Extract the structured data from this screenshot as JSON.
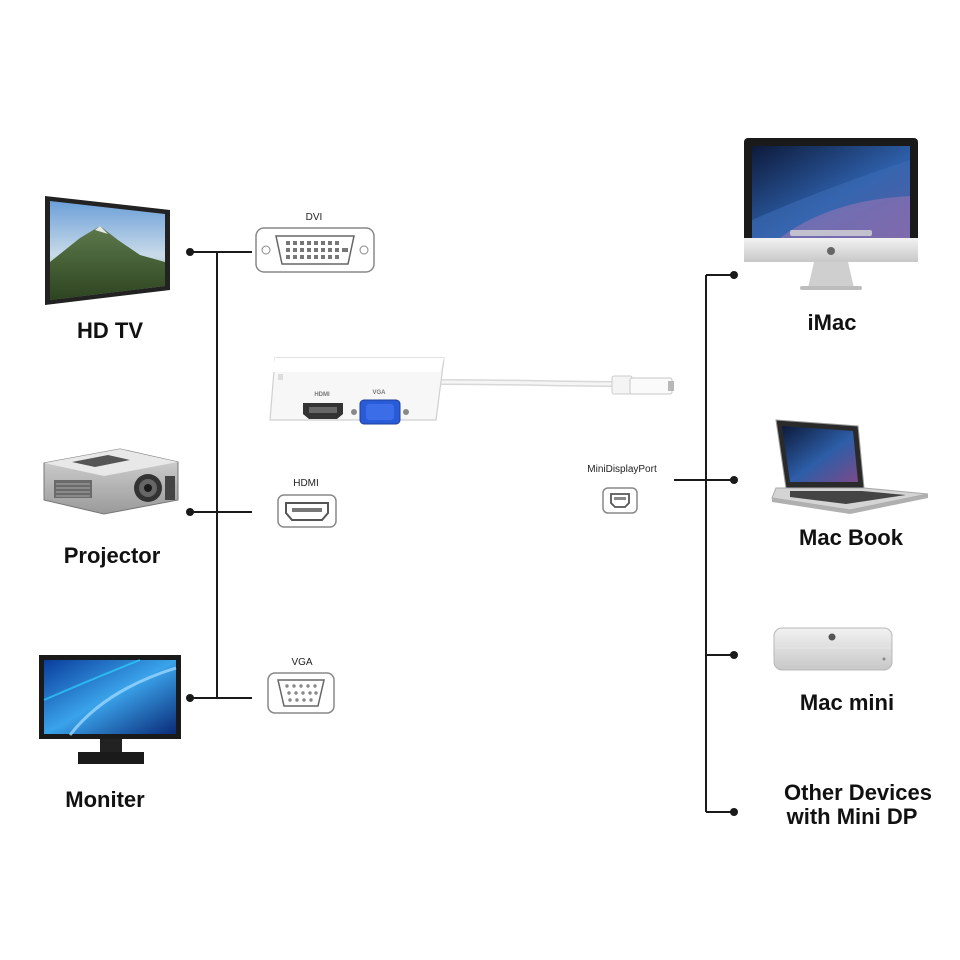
{
  "left_devices": [
    {
      "label": "HD TV",
      "icon": "tv-icon"
    },
    {
      "label": "Projector",
      "icon": "projector-icon"
    },
    {
      "label": "Moniter",
      "icon": "monitor-icon"
    }
  ],
  "ports": {
    "dvi": "DVI",
    "hdmi": "HDMI",
    "vga": "VGA",
    "mini_dp": "MiniDisplayPort"
  },
  "adapter": {
    "hdmi_label": "HDMI",
    "vga_label": "VGA"
  },
  "right_devices": {
    "imac": "iMac",
    "macbook": "Mac Book",
    "macmini": "Mac mini",
    "other_line1": "Other Devices",
    "other_line2": "with Mini DP"
  },
  "colors": {
    "line": "#1a1a1a",
    "vga_port": "#2a5bd7",
    "screen_sky": "#4a7fc4"
  }
}
